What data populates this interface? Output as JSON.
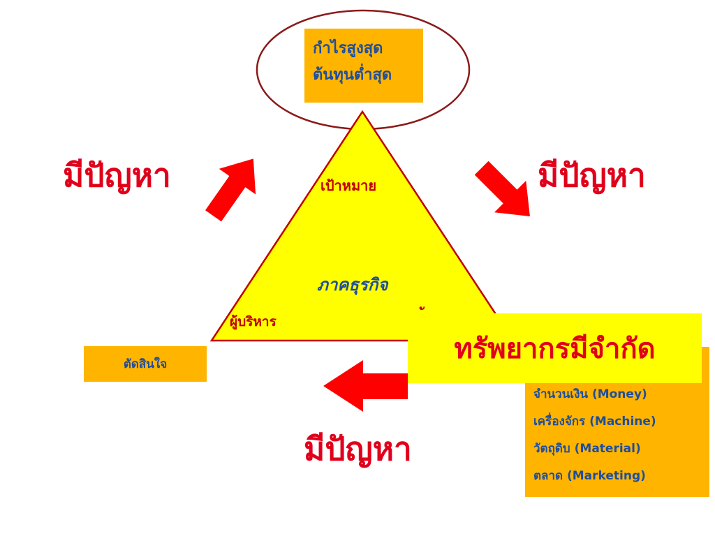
{
  "goal": {
    "line1": "กำไรสูงสุด",
    "line2": "ต้นทุนต่ำสุด"
  },
  "triangle": {
    "top_label": "เป้าหมาย",
    "center_label": "ภาคธุรกิจ",
    "left_label": "ผู้บริหาร",
    "right_label_partial": "ั"
  },
  "problems": {
    "left": "มีปัญหา",
    "right": "มีปัญหา",
    "bottom": "มีปัญหา"
  },
  "decision": "ตัดสินใจ",
  "limited_resources": "ทรัพยากรมีจำกัด",
  "resources": [
    "จำนวนเงิน (Money)",
    "เครื่องจักร (Machine)",
    "วัตถุดิบ (Material)",
    "ตลาด (Marketing)"
  ],
  "colors": {
    "arrow_red": "#FF0000",
    "triangle_fill": "#FFFF00",
    "box_orange": "#FFB400",
    "text_blue": "#1F4E9B",
    "text_red": "#E0001B",
    "ellipse_outline": "#8B1A1A"
  }
}
